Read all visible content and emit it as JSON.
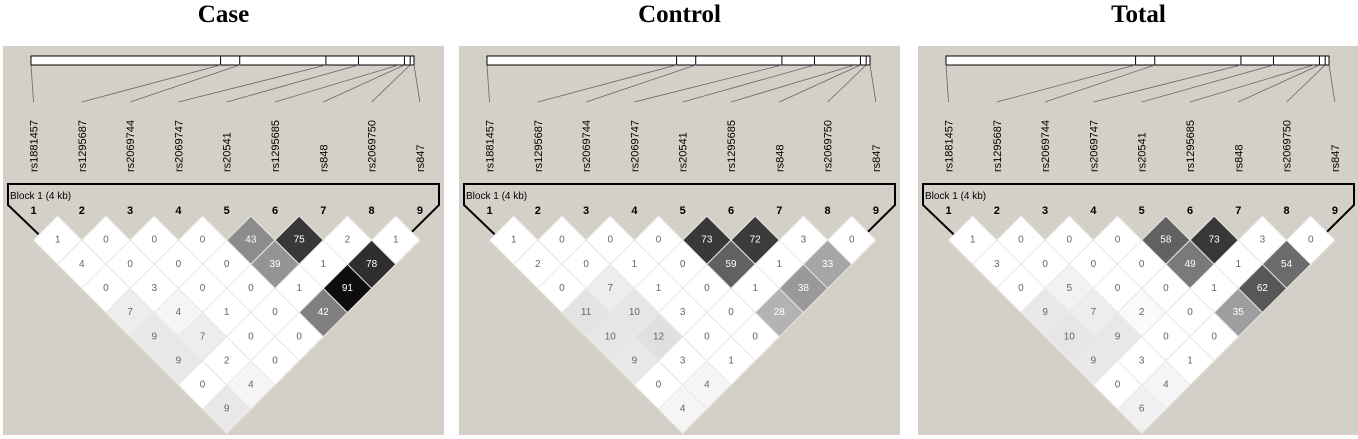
{
  "colors": {
    "panel_background": "#d4d0c8",
    "page_background": "#ffffff"
  },
  "panels": [
    {
      "title": "Case",
      "block_label": "Block 1 (4 kb)",
      "indices": [
        "1",
        "2",
        "3",
        "4",
        "5",
        "6",
        "7",
        "8",
        "9"
      ],
      "snps": [
        "rs1881457",
        "rs1295687",
        "rs2069744",
        "rs2069747",
        "rs20541",
        "rs1295685",
        "rs848",
        "rs2069750",
        "rs847"
      ],
      "ld_matrix": [
        [
          1,
          0,
          0,
          0,
          43,
          75,
          2,
          1
        ],
        [
          4,
          0,
          0,
          0,
          39,
          1,
          78
        ],
        [
          0,
          3,
          0,
          0,
          1,
          91
        ],
        [
          7,
          4,
          1,
          0,
          42
        ],
        [
          9,
          7,
          0,
          0
        ],
        [
          9,
          2,
          0
        ],
        [
          0,
          4
        ],
        [
          9
        ]
      ],
      "shade": [
        [
          0,
          0,
          0,
          0,
          0.45,
          0.78,
          0,
          0
        ],
        [
          0,
          0,
          0,
          0,
          0.42,
          0,
          0.82
        ],
        [
          0,
          0,
          0,
          0,
          0,
          0.95
        ],
        [
          0.07,
          0.04,
          0,
          0,
          0.5
        ],
        [
          0.09,
          0.07,
          0,
          0
        ],
        [
          0.09,
          0,
          0
        ],
        [
          0,
          0.04
        ],
        [
          0.09
        ]
      ]
    },
    {
      "title": "Control",
      "block_label": "Block 1 (4 kb)",
      "indices": [
        "1",
        "2",
        "3",
        "4",
        "5",
        "6",
        "7",
        "8",
        "9"
      ],
      "snps": [
        "rs1881457",
        "rs1295687",
        "rs2069744",
        "rs2069747",
        "rs20541",
        "rs1295685",
        "rs848",
        "rs2069750",
        "rs847"
      ],
      "ld_matrix": [
        [
          1,
          0,
          0,
          0,
          73,
          72,
          3,
          0
        ],
        [
          2,
          0,
          1,
          0,
          59,
          1,
          33
        ],
        [
          0,
          7,
          1,
          0,
          1,
          38
        ],
        [
          11,
          10,
          3,
          0,
          28
        ],
        [
          10,
          12,
          0,
          0
        ],
        [
          9,
          3,
          1
        ],
        [
          0,
          4
        ],
        [
          4
        ]
      ],
      "shade": [
        [
          0,
          0,
          0,
          0,
          0.78,
          0.77,
          0,
          0
        ],
        [
          0,
          0,
          0,
          0,
          0.62,
          0,
          0.35
        ],
        [
          0,
          0.07,
          0,
          0,
          0,
          0.4
        ],
        [
          0.11,
          0.1,
          0,
          0,
          0.3
        ],
        [
          0.1,
          0.12,
          0,
          0
        ],
        [
          0.09,
          0,
          0
        ],
        [
          0,
          0.04
        ],
        [
          0.04
        ]
      ]
    },
    {
      "title": "Total",
      "block_label": "Block 1 (4 kb)",
      "indices": [
        "1",
        "2",
        "3",
        "4",
        "5",
        "6",
        "7",
        "8",
        "9"
      ],
      "snps": [
        "rs1881457",
        "rs1295687",
        "rs2069744",
        "rs2069747",
        "rs20541",
        "rs1295685",
        "rs848",
        "rs2069750",
        "rs847"
      ],
      "ld_matrix": [
        [
          1,
          0,
          0,
          0,
          58,
          73,
          3,
          0
        ],
        [
          3,
          0,
          0,
          0,
          49,
          1,
          54
        ],
        [
          0,
          5,
          0,
          0,
          1,
          62
        ],
        [
          9,
          7,
          2,
          0,
          35
        ],
        [
          10,
          9,
          0,
          0
        ],
        [
          9,
          3,
          1
        ],
        [
          0,
          4
        ],
        [
          6
        ]
      ],
      "shade": [
        [
          0,
          0,
          0,
          0,
          0.62,
          0.78,
          0,
          0
        ],
        [
          0,
          0,
          0,
          0,
          0.52,
          0,
          0.58
        ],
        [
          0,
          0.05,
          0,
          0,
          0,
          0.66
        ],
        [
          0.09,
          0.07,
          0.02,
          0,
          0.38
        ],
        [
          0.1,
          0.09,
          0,
          0
        ],
        [
          0.09,
          0,
          0
        ],
        [
          0,
          0.04
        ],
        [
          0.06
        ]
      ]
    }
  ]
}
